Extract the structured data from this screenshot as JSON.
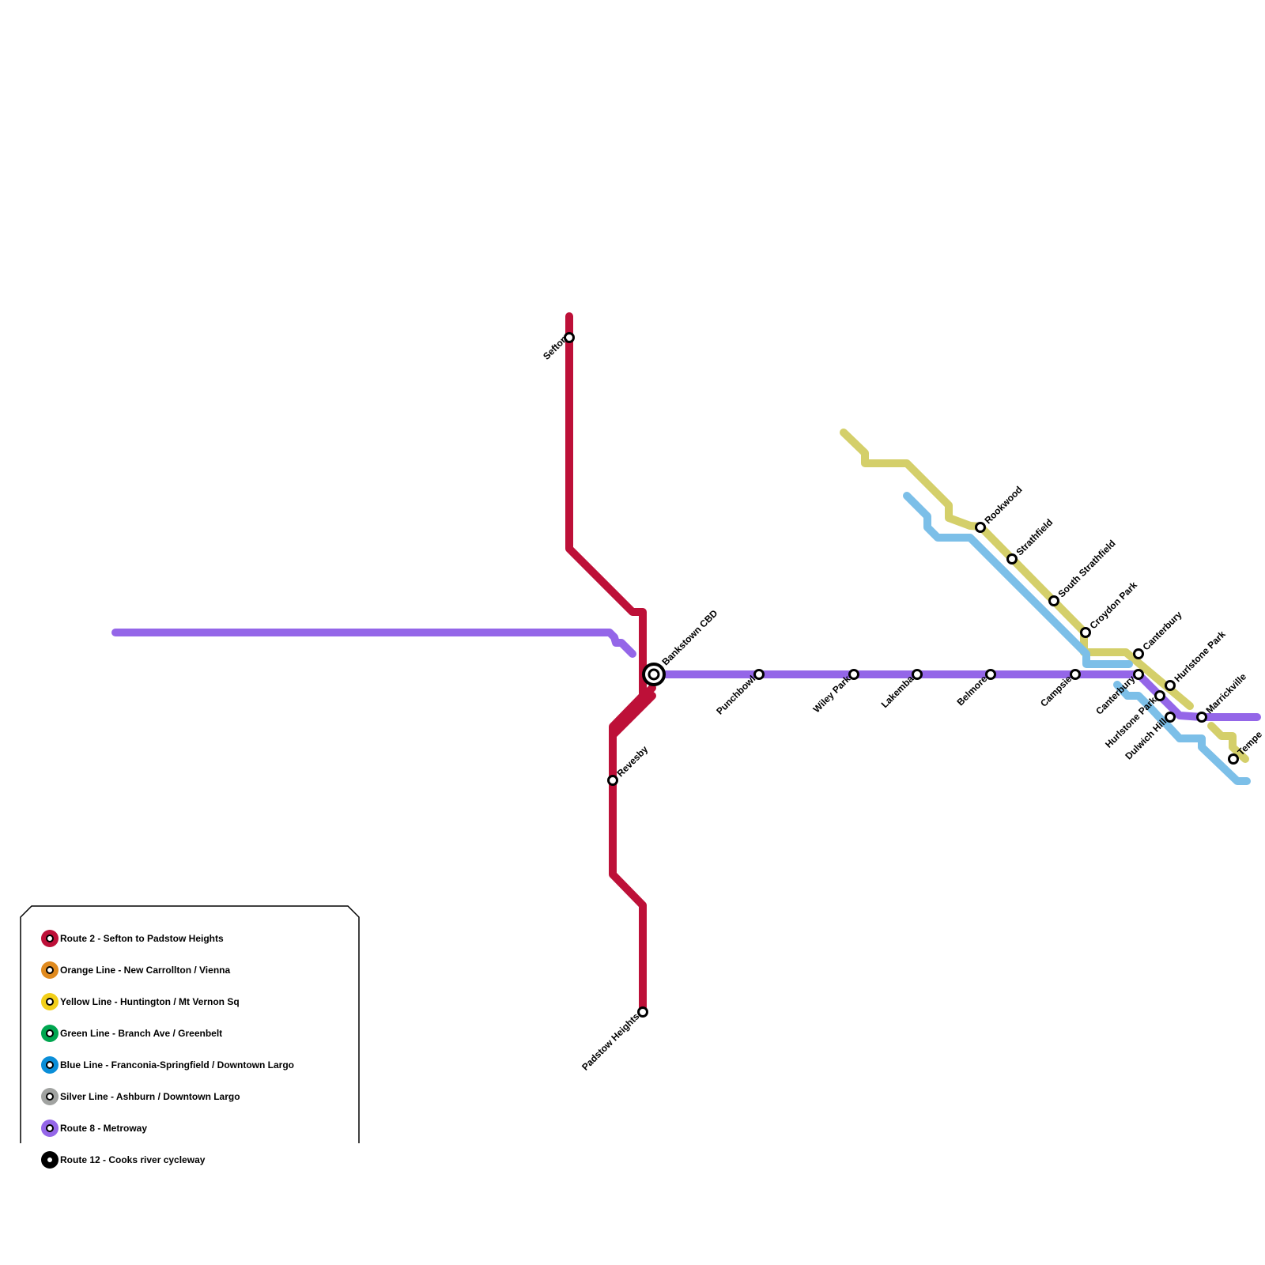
{
  "lines": {
    "route2": {
      "color": "#bd1038"
    },
    "route8": {
      "color": "#9466e8"
    },
    "yellow": {
      "color": "#d4cf6a"
    },
    "blue": {
      "color": "#7cbfe8"
    }
  },
  "stations": {
    "sefton": "Sefton",
    "bankstown": "Bankstown CBD",
    "revesby": "Revesby",
    "padstow": "Padstow Heights",
    "punchbowl": "Punchbowl",
    "wiley": "Wiley Park",
    "lakemba": "Lakemba",
    "belmore": "Belmore",
    "campsie": "Campsie",
    "canterbury_lower": "Canterbury",
    "canterbury_upper": "Canterbury",
    "rookwood": "Rookwood",
    "strathfield": "Strathfield",
    "south_strathfield": "South Strathfield",
    "croydon_park": "Croydon Park",
    "hurlstone_park_upper": "Hurlstone Park",
    "hurlstone_park_lower": "Hurlstone Park",
    "dulwich_hill": "Dulwich Hill",
    "marrickville": "Marrickville",
    "tempe": "Tempe"
  },
  "legend": {
    "items": [
      {
        "label": "Route 2 - Sefton to Padstow Heights",
        "color": "#bd1038"
      },
      {
        "label": "Orange Line - New Carrollton / Vienna",
        "color": "#e08a1e"
      },
      {
        "label": "Yellow Line - Huntington / Mt Vernon Sq",
        "color": "#f2cf1a"
      },
      {
        "label": "Green Line - Branch Ave / Greenbelt",
        "color": "#00a650"
      },
      {
        "label": "Blue Line - Franconia-Springfield / Downtown Largo",
        "color": "#0a8ed8"
      },
      {
        "label": "Silver Line - Ashburn / Downtown Largo",
        "color": "#a1a3a1"
      },
      {
        "label": "Route 8 - Metroway",
        "color": "#9466e8"
      },
      {
        "label": "Route 12 - Cooks river cycleway",
        "color": "#000000"
      }
    ]
  }
}
